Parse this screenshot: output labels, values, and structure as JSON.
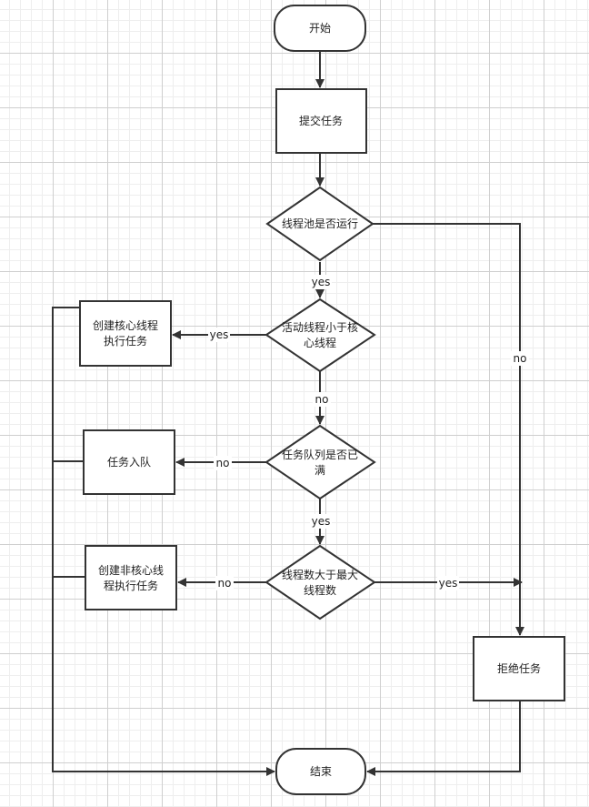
{
  "nodes": {
    "start": {
      "label": "开始"
    },
    "submit": {
      "label": "提交任务"
    },
    "pool_running": {
      "label": "线程池是否运行"
    },
    "active_less_core": {
      "line1": "活动线程小于核",
      "line2": "心线程"
    },
    "create_core": {
      "line1": "创建核心线程",
      "line2": "执行任务"
    },
    "queue_full": {
      "line1": "任务队列是否已",
      "line2": "满"
    },
    "enqueue": {
      "label": "任务入队"
    },
    "threads_gt_max": {
      "line1": "线程数大于最大",
      "line2": "线程数"
    },
    "create_noncore": {
      "line1": "创建非核心线",
      "line2": "程执行任务"
    },
    "reject": {
      "label": "拒绝任务"
    },
    "end": {
      "label": "结束"
    }
  },
  "edge_labels": {
    "running_yes": "yes",
    "running_no": "no",
    "active_yes": "yes",
    "active_no": "no",
    "queue_no": "no",
    "queue_yes": "yes",
    "threads_no": "no",
    "threads_yes": "yes"
  }
}
